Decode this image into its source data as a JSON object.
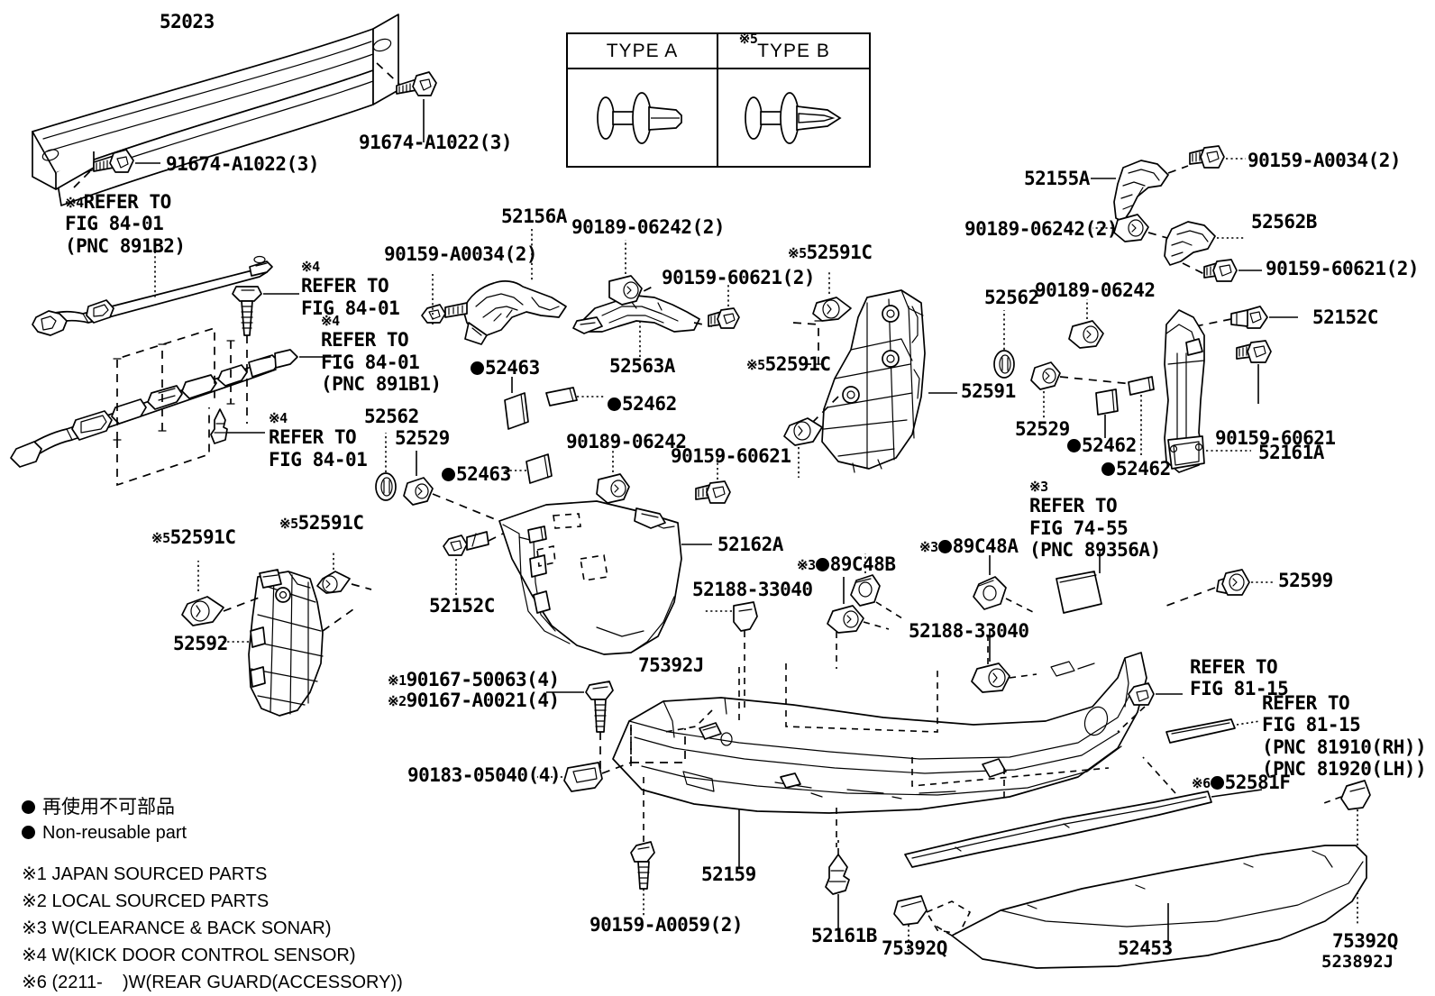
{
  "diagram": {
    "code": "523892J",
    "title": "Rear bumper assembly parts diagram"
  },
  "type_table": {
    "marker": "※5",
    "headers": [
      "TYPE A",
      "TYPE B"
    ]
  },
  "legend": {
    "nonreusable_jp": "再使用不可部品",
    "nonreusable_en": "Non-reusable part",
    "notes": [
      "※1 JAPAN SOURCED PARTS",
      "※2 LOCAL SOURCED PARTS",
      "※3 W(CLEARANCE & BACK SONAR)",
      "※4 W(KICK DOOR CONTROL SENSOR)",
      "※6 (2211-    )W(REAR GUARD(ACCESSORY))"
    ]
  },
  "labels": [
    {
      "id": "l52023",
      "text": "52023"
    },
    {
      "id": "l91674a",
      "text": "91674-A1022(3)"
    },
    {
      "id": "l91674b",
      "text": "91674-A1022(3)"
    },
    {
      "id": "lrefer84b2",
      "text": "REFER TO\nFIG 84-01\n(PNC 891B2)",
      "marker": "※4"
    },
    {
      "id": "lrefer84a",
      "text": "REFER TO\nFIG 84-01",
      "marker": "※4"
    },
    {
      "id": "lrefer84b1",
      "text": "REFER TO\nFIG 84-01\n(PNC 891B1)",
      "marker": "※4"
    },
    {
      "id": "lrefer84c",
      "text": "REFER TO\nFIG 84-01",
      "marker": "※4"
    },
    {
      "id": "l90159a0034a",
      "text": "90159-A0034(2)"
    },
    {
      "id": "l52156a",
      "text": "52156A"
    },
    {
      "id": "l9018906242a",
      "text": "90189-06242(2)"
    },
    {
      "id": "l9015960621a",
      "text": "90159-60621(2)"
    },
    {
      "id": "l52563a",
      "text": "52563A"
    },
    {
      "id": "l52463a",
      "text": "52463",
      "dot": true
    },
    {
      "id": "l52462a",
      "text": "52462",
      "dot": true
    },
    {
      "id": "l52562a",
      "text": "52562"
    },
    {
      "id": "l52529a",
      "text": "52529"
    },
    {
      "id": "l52463b",
      "text": "52463",
      "dot": true
    },
    {
      "id": "l9018906242b",
      "text": "90189-06242"
    },
    {
      "id": "l9015960621b",
      "text": "90159-60621"
    },
    {
      "id": "l52591c_a",
      "text": "52591C",
      "marker": "※5"
    },
    {
      "id": "l52591c_b",
      "text": "52591C",
      "marker": "※5"
    },
    {
      "id": "l52591",
      "text": "52591"
    },
    {
      "id": "l52562b_lbl",
      "text": "52562"
    },
    {
      "id": "l9018906242c",
      "text": "90189-06242"
    },
    {
      "id": "l52529b",
      "text": "52529"
    },
    {
      "id": "l52462b",
      "text": "52462",
      "dot": true
    },
    {
      "id": "l52462c",
      "text": "52462",
      "dot": true
    },
    {
      "id": "l52155a",
      "text": "52155A"
    },
    {
      "id": "l90159a0034b",
      "text": "90159-A0034(2)"
    },
    {
      "id": "l9018906242d",
      "text": "90189-06242(2)"
    },
    {
      "id": "l52562b",
      "text": "52562B"
    },
    {
      "id": "l9015960621c",
      "text": "90159-60621(2)"
    },
    {
      "id": "l52152c_a",
      "text": "52152C"
    },
    {
      "id": "l9015960621d",
      "text": "90159-60621"
    },
    {
      "id": "l52161a",
      "text": "52161A"
    },
    {
      "id": "l52591c_c",
      "text": "52591C",
      "marker": "※5"
    },
    {
      "id": "l52591c_d",
      "text": "52591C",
      "marker": "※5"
    },
    {
      "id": "l52592",
      "text": "52592"
    },
    {
      "id": "l52152c_b",
      "text": "52152C"
    },
    {
      "id": "l52162a",
      "text": "52162A"
    },
    {
      "id": "l5218833040a",
      "text": "52188-33040"
    },
    {
      "id": "l89c48b",
      "text": "89C48B",
      "marker": "※3",
      "dot": true
    },
    {
      "id": "l89c48a",
      "text": "89C48A",
      "marker": "※3",
      "dot": true
    },
    {
      "id": "l5218833040b",
      "text": "52188-33040"
    },
    {
      "id": "lrefer7455",
      "text": "REFER TO\nFIG 74-55\n(PNC 89356A)",
      "marker": "※3"
    },
    {
      "id": "l52599",
      "text": "52599"
    },
    {
      "id": "lrefer8115a",
      "text": "REFER TO\nFIG 81-15"
    },
    {
      "id": "lrefer8115b",
      "text": "REFER TO\nFIG 81-15\n(PNC 81910(RH))\n(PNC 81920(LH))"
    },
    {
      "id": "l75392j",
      "text": "75392J"
    },
    {
      "id": "l9016750063",
      "text": "90167-50063(4)",
      "marker": "※1"
    },
    {
      "id": "l90167a0021",
      "text": "90167-A0021(4)",
      "marker": "※2"
    },
    {
      "id": "l9018305040",
      "text": "90183-05040(4)"
    },
    {
      "id": "l90159a0059",
      "text": "90159-A0059(2)"
    },
    {
      "id": "l52159",
      "text": "52159"
    },
    {
      "id": "l52161b",
      "text": "52161B"
    },
    {
      "id": "l75392q_a",
      "text": "75392Q"
    },
    {
      "id": "l52581f",
      "text": "52581F",
      "marker": "※6",
      "dot": true
    },
    {
      "id": "l52453",
      "text": "52453"
    },
    {
      "id": "l75392q_b",
      "text": "75392Q"
    }
  ]
}
